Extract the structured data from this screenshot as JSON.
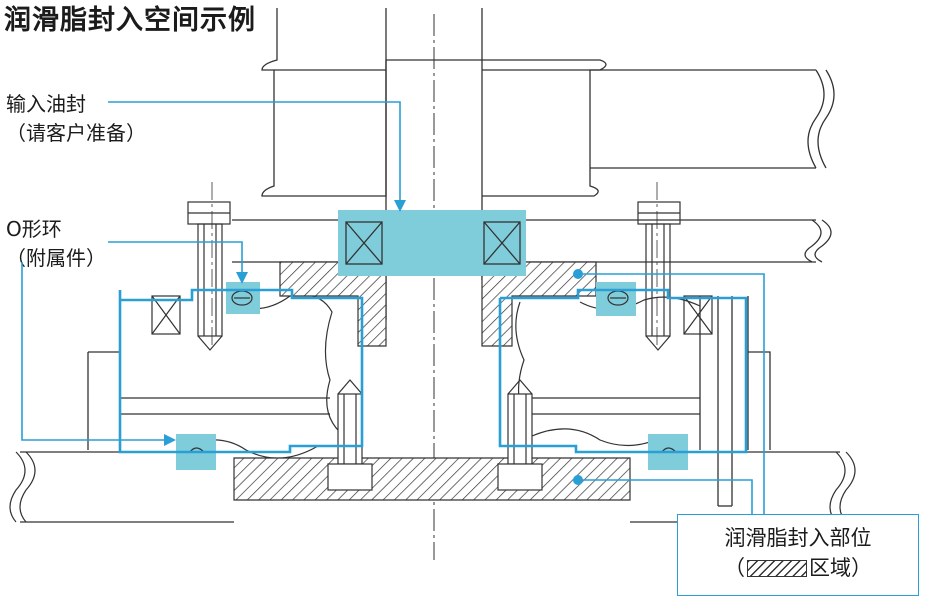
{
  "title": "润滑脂封入空间示例",
  "callouts": {
    "oil_seal": {
      "line1": "输入油封",
      "line2": "（请客户准备）"
    },
    "o_ring": {
      "line1": "O形环",
      "line2": "（附属件）"
    }
  },
  "legend": {
    "line1": "润滑脂封入部位",
    "line2_prefix": "（",
    "line2_suffix": "区域）"
  },
  "colors": {
    "accent": "#2a9fd6",
    "fill": "#7fcddb",
    "line": "#333333"
  }
}
